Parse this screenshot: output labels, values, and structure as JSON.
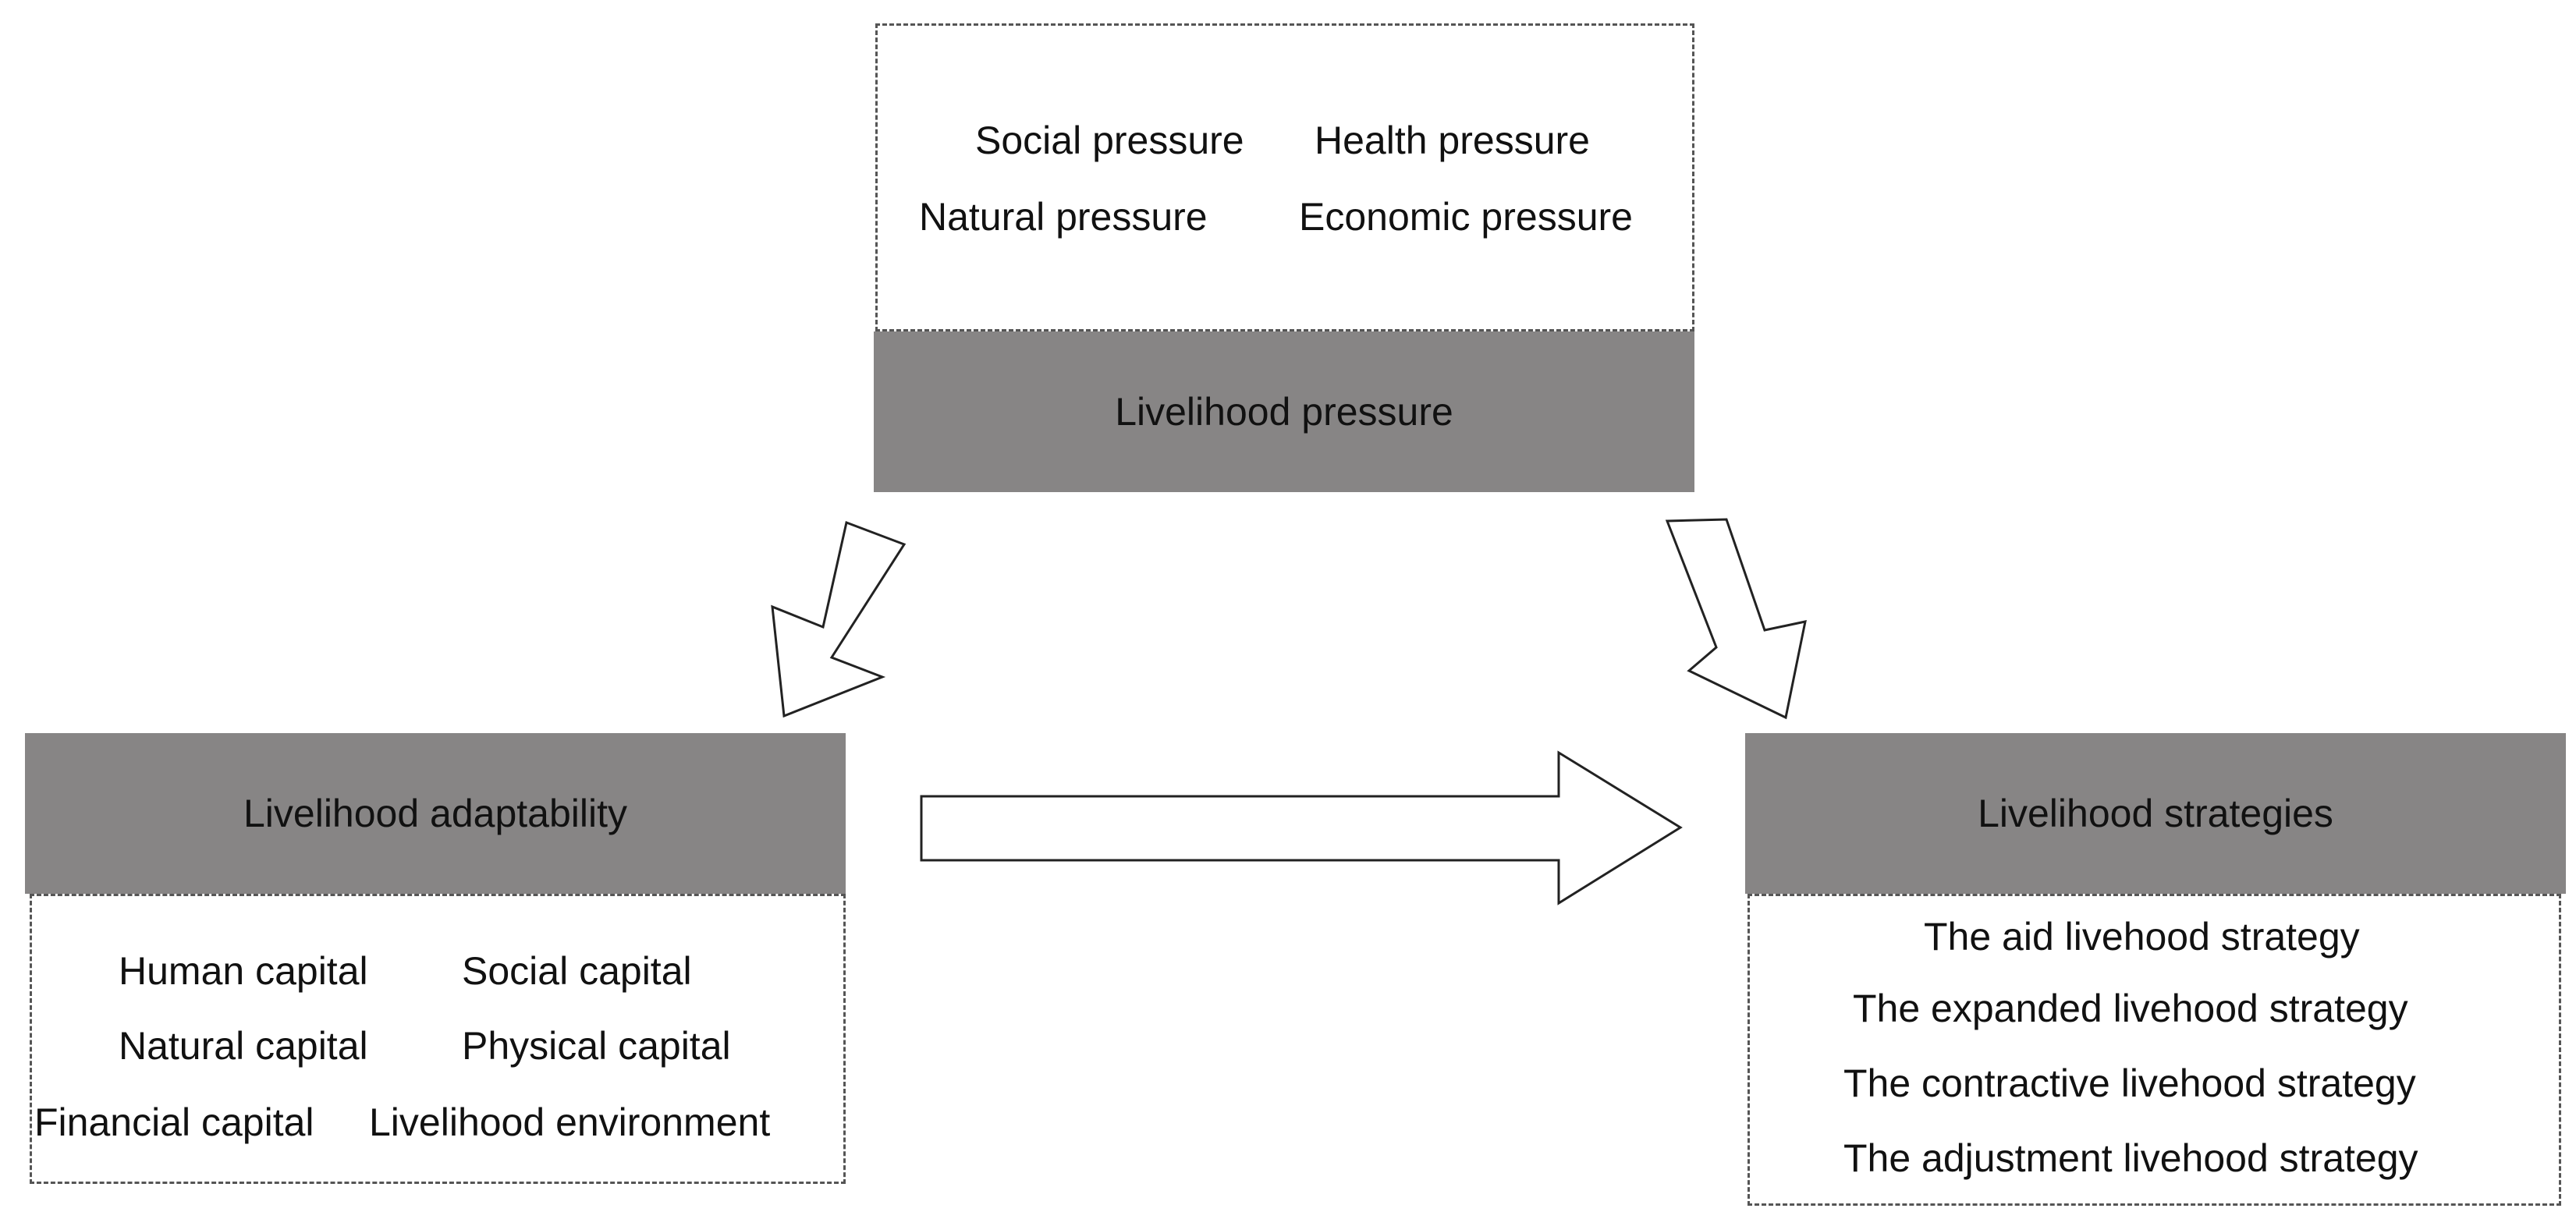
{
  "colors": {
    "header_fill": "#878585",
    "dashed_border": "#555555",
    "arrow_stroke": "#222222",
    "text": "#111111"
  },
  "pressure": {
    "title": "Livelihood pressure",
    "items": [
      "Social pressure",
      "Health pressure",
      "Natural pressure",
      "Economic pressure"
    ]
  },
  "adaptability": {
    "title": "Livelihood adaptability",
    "items": [
      "Human capital",
      "Social capital",
      "Natural capital",
      "Physical capital",
      "Financial capital",
      "Livelihood environment"
    ]
  },
  "strategies": {
    "title": "Livelihood strategies",
    "items": [
      "The aid livehood strategy",
      "The expanded livehood strategy",
      "The contractive livehood strategy",
      "The adjustment livehood strategy"
    ]
  }
}
